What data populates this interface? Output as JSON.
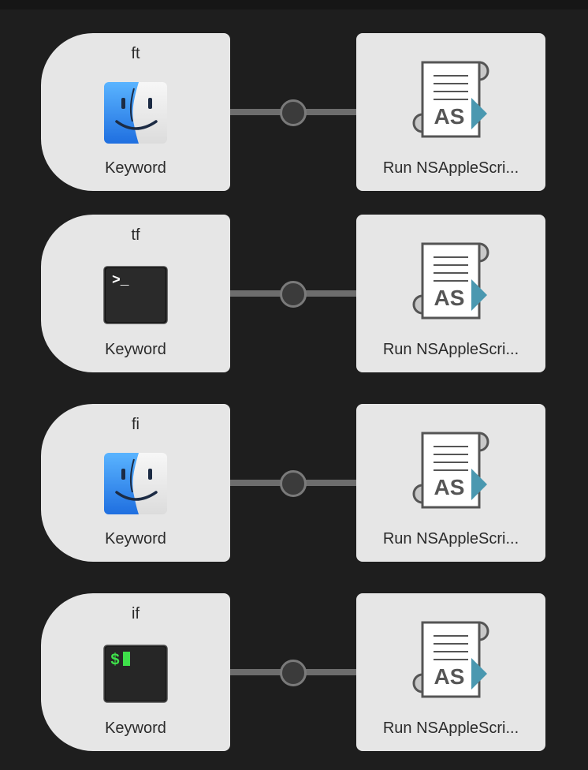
{
  "workflow": {
    "rows": [
      {
        "input": {
          "keyword": "ft",
          "type_label": "Keyword",
          "icon": "finder-icon"
        },
        "action": {
          "label": "Run NSAppleScri...",
          "icon": "applescript-icon"
        }
      },
      {
        "input": {
          "keyword": "tf",
          "type_label": "Keyword",
          "icon": "terminal-icon"
        },
        "action": {
          "label": "Run NSAppleScri...",
          "icon": "applescript-icon"
        }
      },
      {
        "input": {
          "keyword": "fi",
          "type_label": "Keyword",
          "icon": "finder-icon"
        },
        "action": {
          "label": "Run NSAppleScri...",
          "icon": "applescript-icon"
        }
      },
      {
        "input": {
          "keyword": "if",
          "type_label": "Keyword",
          "icon": "iterm-icon"
        },
        "action": {
          "label": "Run NSAppleScri...",
          "icon": "applescript-icon"
        }
      }
    ],
    "applescript_badge": "AS",
    "terminal_prompt": ">_",
    "iterm_prompt": "$",
    "colors": {
      "background": "#1e1e1e",
      "node": "#e6e6e6",
      "connector": "#6d6d6d",
      "finder_blue": "#3b8ef0",
      "script_arrow": "#4a98b0",
      "iterm_green": "#3ee04a"
    }
  }
}
